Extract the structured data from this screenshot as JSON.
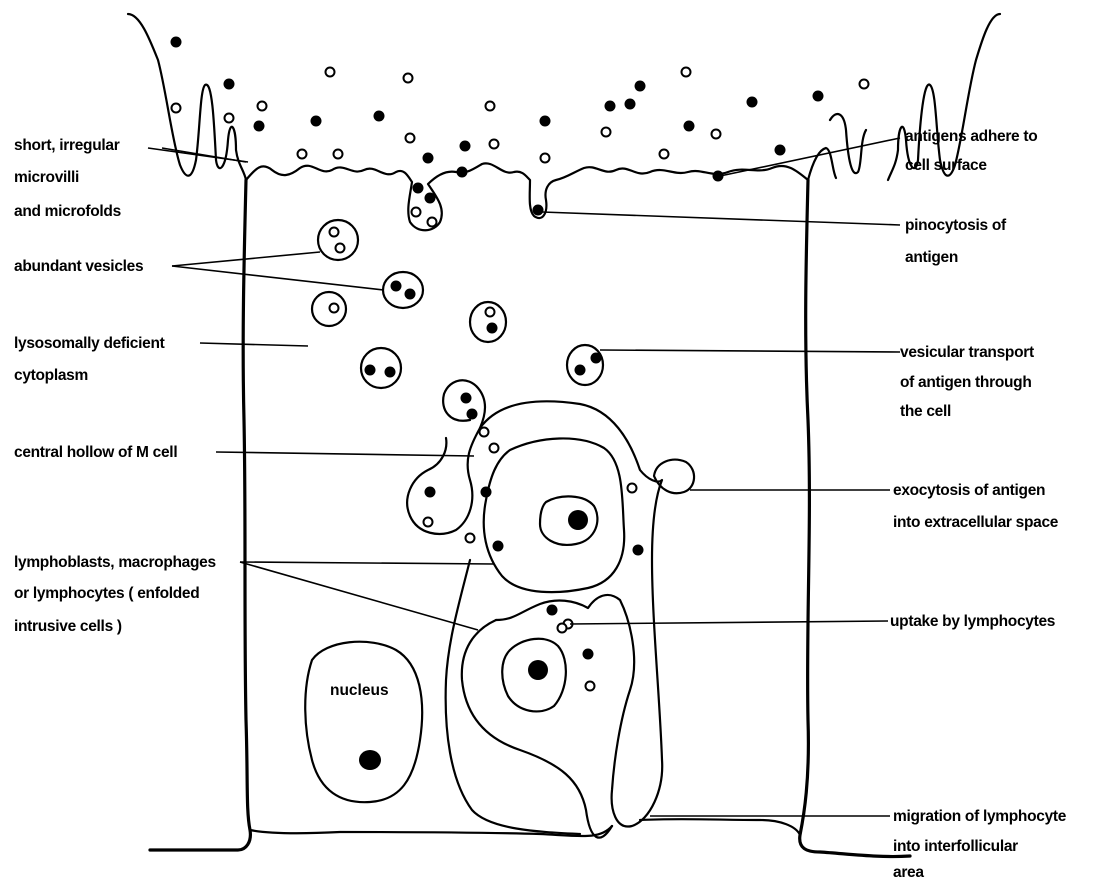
{
  "labels": {
    "short_microvilli": [
      "short, irregular",
      "microvilli",
      "and microfolds"
    ],
    "antigens_adhere": [
      "antigens adhere to",
      "cell surface"
    ],
    "pinocytosis": [
      "pinocytosis of",
      "antigen"
    ],
    "abundant_vesicles": [
      "abundant vesicles"
    ],
    "lysosomally_deficient": [
      "lysosomally deficient",
      "cytoplasm"
    ],
    "vesicular_transport": [
      "vesicular transport",
      "of antigen through",
      "the cell"
    ],
    "central_hollow": [
      "central hollow of M cell"
    ],
    "exocytosis": [
      "exocytosis of antigen",
      "into extracellular space"
    ],
    "lymphoblasts": [
      "lymphoblasts, macrophages",
      "or lymphocytes ( enfolded",
      "intrusive cells )"
    ],
    "uptake": [
      "uptake by lymphocytes"
    ],
    "nucleus": [
      "nucleus"
    ],
    "migration": [
      "migration of lymphocyte",
      "into interfollicular",
      "area"
    ]
  }
}
